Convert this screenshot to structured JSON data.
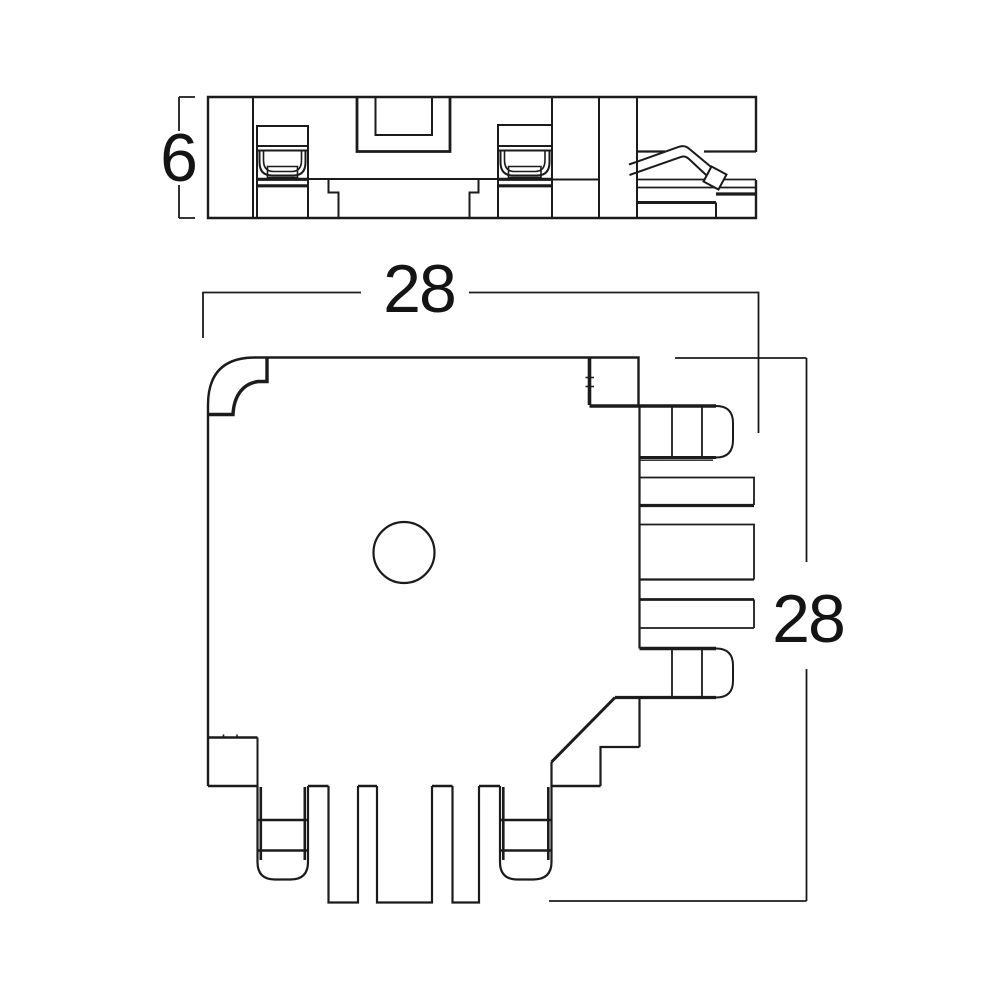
{
  "drawing": {
    "dimensions": {
      "side_height": "6",
      "width": "28",
      "height": "28"
    },
    "colors": {
      "line": "#1b1b1b",
      "background": "#ffffff"
    }
  }
}
